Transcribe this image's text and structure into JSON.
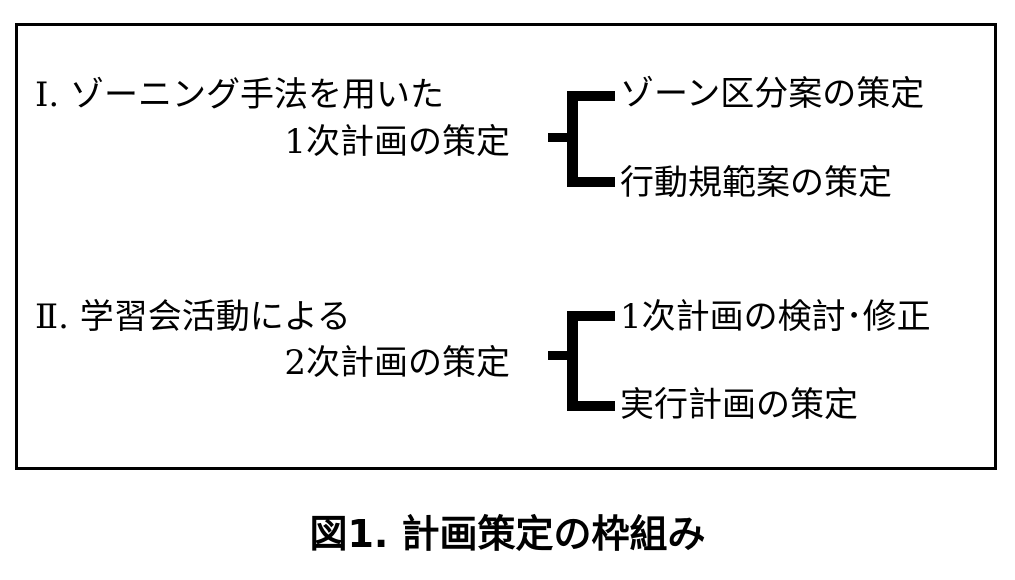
{
  "sections": [
    {
      "line1": "Ⅰ. ゾーニング手法を用いた",
      "line2": "1次計画の策定",
      "branches": [
        "ゾーン区分案の策定",
        "行動規範案の策定"
      ]
    },
    {
      "line1": "Ⅱ. 学習会活動による",
      "line2": "2次計画の策定",
      "branches": [
        "1次計画の検討･修正",
        "実行計画の策定"
      ]
    }
  ],
  "caption": "図1. 計画策定の枠組み"
}
